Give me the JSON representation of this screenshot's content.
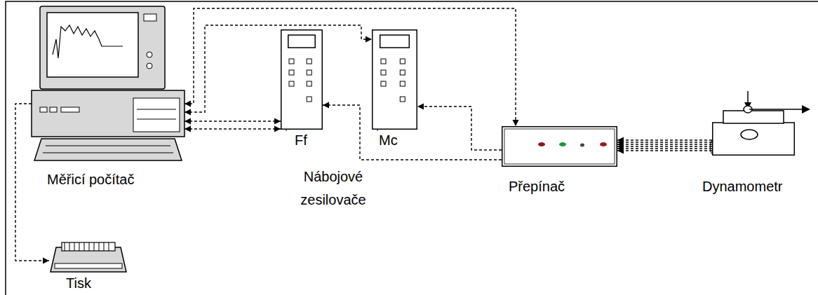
{
  "diagram": {
    "nodes": [
      {
        "text": [
          "Měřicí počítač"
        ]
      },
      {
        "text": [
          "Ff"
        ]
      },
      {
        "text": [
          "Mc"
        ]
      },
      {
        "text": [
          "Přepínač"
        ]
      },
      {
        "text": [
          "Dynamometr"
        ]
      },
      {
        "text": [
          "Tisk"
        ]
      }
    ],
    "edges": [
      {
        "from": 0,
        "to": 5,
        "arrow": "to"
      },
      {
        "from": 0,
        "to": 1,
        "arrow": "both"
      },
      {
        "from": 0,
        "to": 2,
        "arrow": "both"
      },
      {
        "from": 0,
        "to": 3,
        "arrow": "both"
      },
      {
        "from": 3,
        "to": 1,
        "arrow": "to"
      },
      {
        "from": 3,
        "to": 2,
        "arrow": "to"
      },
      {
        "from": 4,
        "to": 3,
        "arrow": "to"
      }
    ],
    "labels": [
      "Nábojové zesilovače"
    ]
  }
}
